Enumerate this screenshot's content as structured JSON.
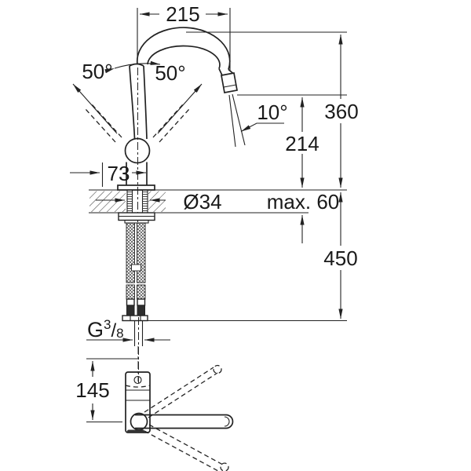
{
  "drawing": {
    "title": "faucet-dimension-drawing",
    "paper": "#ffffff",
    "ink": "#222222"
  },
  "dims": {
    "spout_reach": "215",
    "swivel_left": "50°",
    "swivel_right": "50°",
    "aerator_angle": "10°",
    "total_height": "360",
    "outlet_height": "214",
    "body_depth": "73",
    "hole_diameter": "Ø34",
    "max_deck": "max. 60",
    "hose_drop": "450",
    "lever_reach": "145",
    "thread": {
      "base": "G",
      "sup": "3",
      "slash": "/",
      "sub": "8"
    }
  }
}
